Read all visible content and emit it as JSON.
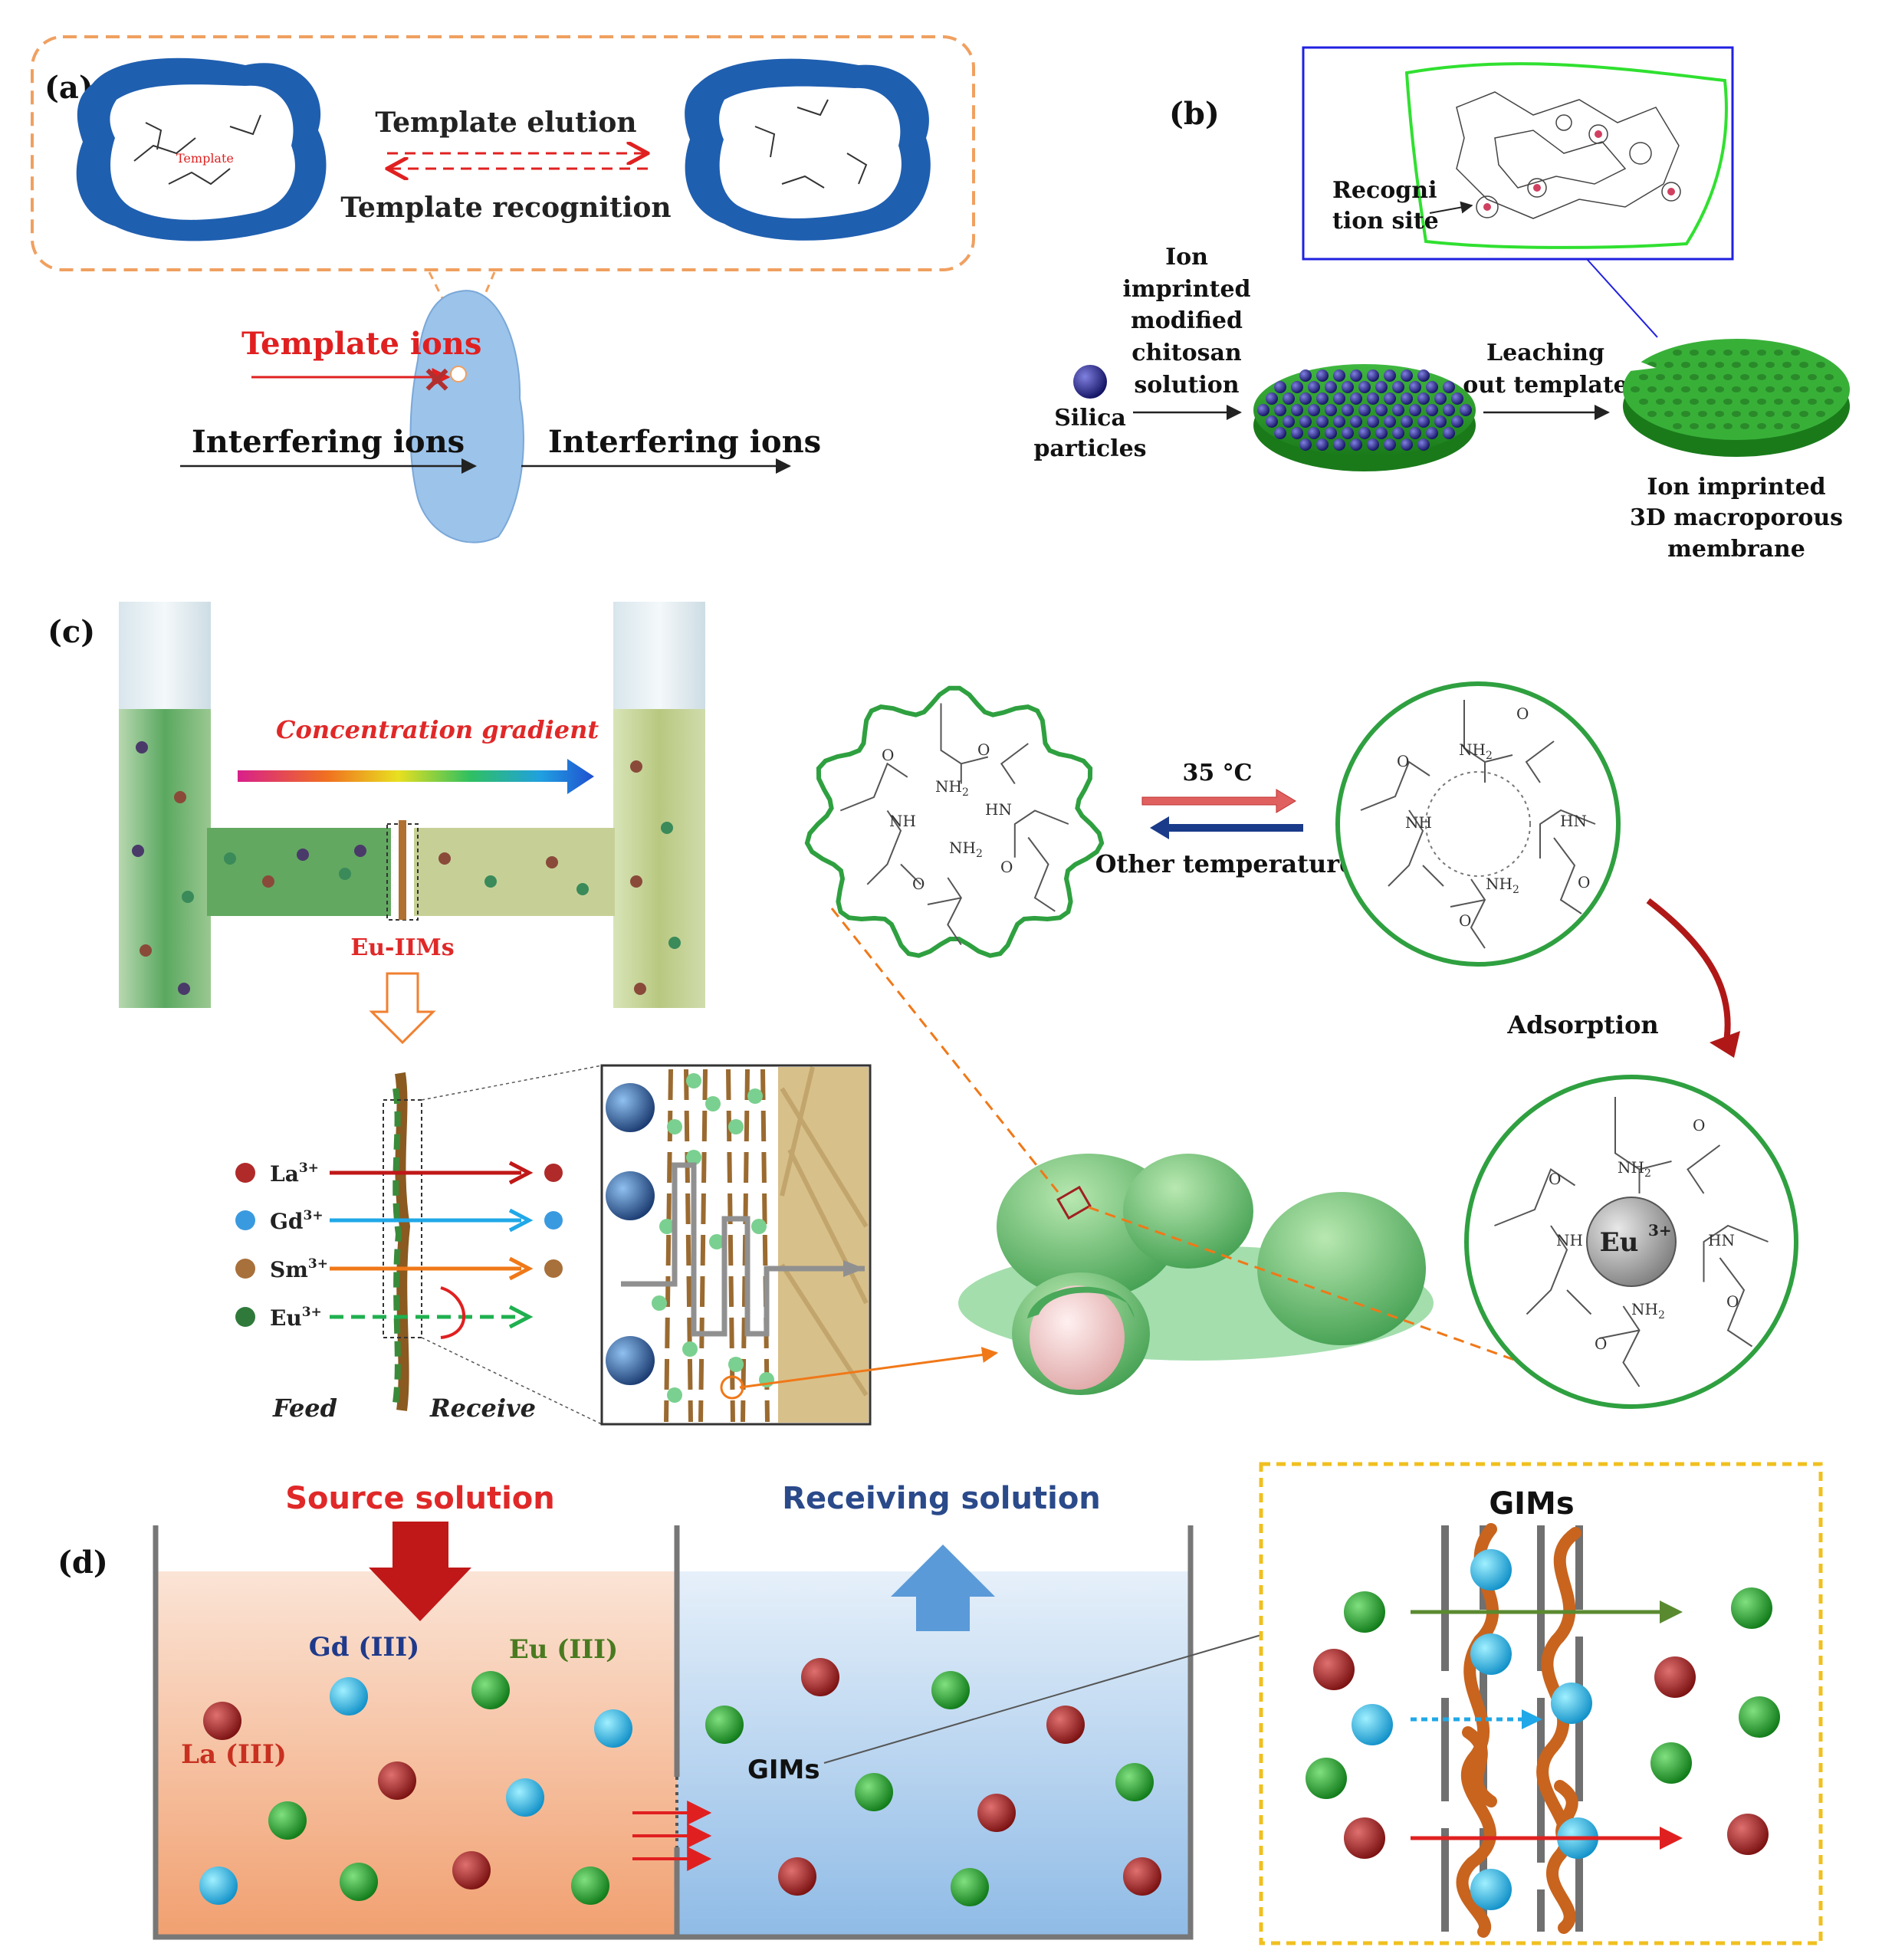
{
  "panel_a": {
    "label": "(a)",
    "elution": "Template elution",
    "recognition": "Template recognition",
    "template_text": "Template",
    "template_ions": "Template ions",
    "interfering_left": "Interfering ions",
    "interfering_right": "Interfering ions",
    "colors": {
      "cavity": "#1f5fb0",
      "membrane": "#9cc3ea",
      "dash_box": "#f0a060",
      "red": "#e02020"
    }
  },
  "panel_b": {
    "label": "(b)",
    "recognition_site_1": "Recogni",
    "recognition_site_2": "tion site",
    "step1_1": "Ion",
    "step1_2": "imprinted",
    "step1_3": "modified",
    "step1_4": "chitosan",
    "step1_5": "solution",
    "silica_1": "Silica",
    "silica_2": "particles",
    "step2_1": "Leaching",
    "step2_2": "out template",
    "product_1": "Ion imprinted",
    "product_2": "3D  macroporous",
    "product_3": "membrane",
    "colors": {
      "membrane": "#2fa52f",
      "silica": "#2a2f9a",
      "frame": "#2020e0",
      "site": "#30e030"
    }
  },
  "panel_c": {
    "label": "(c)",
    "gradient": "Concentration gradient",
    "membrane_name": "Eu-IIMs",
    "ions": [
      {
        "name": "La",
        "charge": "3+",
        "color": "#b02a2a",
        "line": "#c01818"
      },
      {
        "name": "Gd",
        "charge": "3+",
        "color": "#3a9ae0",
        "line": "#20a8e8"
      },
      {
        "name": "Sm",
        "charge": "3+",
        "color": "#a8703a",
        "line": "#f07818"
      },
      {
        "name": "Eu",
        "charge": "3+",
        "color": "#2f7a3a",
        "line": "#20b050"
      }
    ],
    "feed": "Feed",
    "receive": "Receive",
    "temp": "35 °C",
    "other_temp": "Other temperature",
    "adsorption": "Adsorption",
    "eu_center": "Eu",
    "eu_charge": "3+",
    "nh2": "NH",
    "nh2_sub": "2",
    "nh": "NH",
    "hn": "HN",
    "o": "O"
  },
  "panel_d": {
    "label": "(d)",
    "source": "Source solution",
    "receiving": "Receiving solution",
    "gims_box": "GIMs",
    "gims_label": "GIMs",
    "gd": "Gd (III)",
    "eu": "Eu (III)",
    "la": "La (III)",
    "colors": {
      "source": "#e02828",
      "receiving": "#2a4a8a",
      "gd": "#1f3a8a",
      "eu": "#4a7a20",
      "la": "#c83020"
    }
  }
}
